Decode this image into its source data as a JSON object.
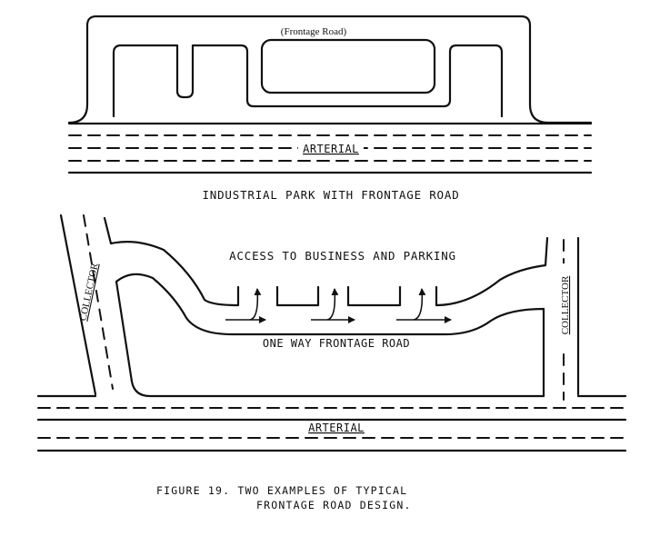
{
  "figure": {
    "top": {
      "frontage_label": "(Frontage Road)",
      "arterial_label": "ARTERIAL",
      "title": "INDUSTRIAL PARK WITH FRONTAGE ROAD"
    },
    "bottom": {
      "access_label": "ACCESS TO BUSINESS AND PARKING",
      "collector_left": "COLLECTOR",
      "collector_right": "COLLECTOR",
      "one_way_label": "ONE WAY FRONTAGE ROAD",
      "arterial_label": "ARTERIAL"
    },
    "caption": {
      "line1": "FIGURE 19. TWO EXAMPLES OF TYPICAL",
      "line2": "FRONTAGE ROAD DESIGN."
    }
  }
}
